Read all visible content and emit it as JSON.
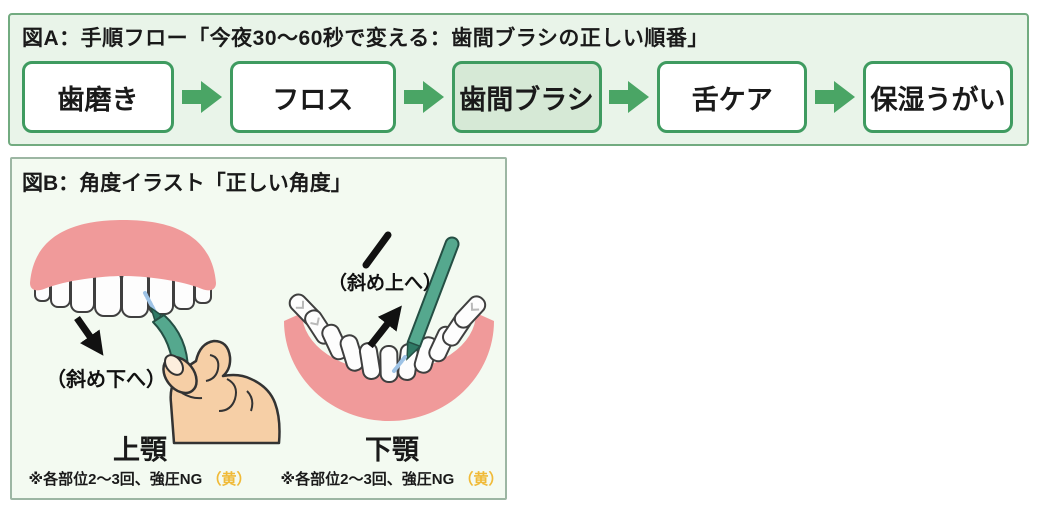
{
  "figure_a": {
    "title": "図A：手順フロー「今夜30〜60秒で変える：歯間ブラシの正しい順番」",
    "steps": [
      {
        "label": "歯磨き",
        "highlighted": false
      },
      {
        "label": "フロス",
        "highlighted": false
      },
      {
        "label": "歯間ブラシ",
        "highlighted": true
      },
      {
        "label": "舌ケア",
        "highlighted": false
      },
      {
        "label": "保湿うがい",
        "highlighted": false
      }
    ]
  },
  "figure_b": {
    "title": "図B：角度イラスト「正しい角度」",
    "left": {
      "arrow_label": "（斜め下へ）",
      "jaw_label": "上顎",
      "note": "※各部位2〜3回、強圧NG",
      "note_highlight": "（黄）"
    },
    "right": {
      "arrow_label": "（斜め上へ）",
      "jaw_label": "下顎",
      "note": "※各部位2〜3回、強圧NG",
      "note_highlight": "（黄）"
    }
  },
  "colors": {
    "panel_a_bg": "#e9f4e9",
    "panel_a_border": "#72ab80",
    "flow_box_border": "#3f9b60",
    "flow_box_highlight_bg": "#d6e9d6",
    "flow_arrow_green": "#4aa565",
    "panel_b_bg": "#f3faf1",
    "panel_b_border": "#9cb6a3",
    "gum_pink": "#f09a9a",
    "tooth_white": "#fdfdfd",
    "brush_teal": "#55a88e",
    "bristle_blue": "#9ec3e6",
    "hand_skin": "#f6cfa6",
    "note_yellow": "#f0ba38",
    "text": "#1a1a1a"
  }
}
